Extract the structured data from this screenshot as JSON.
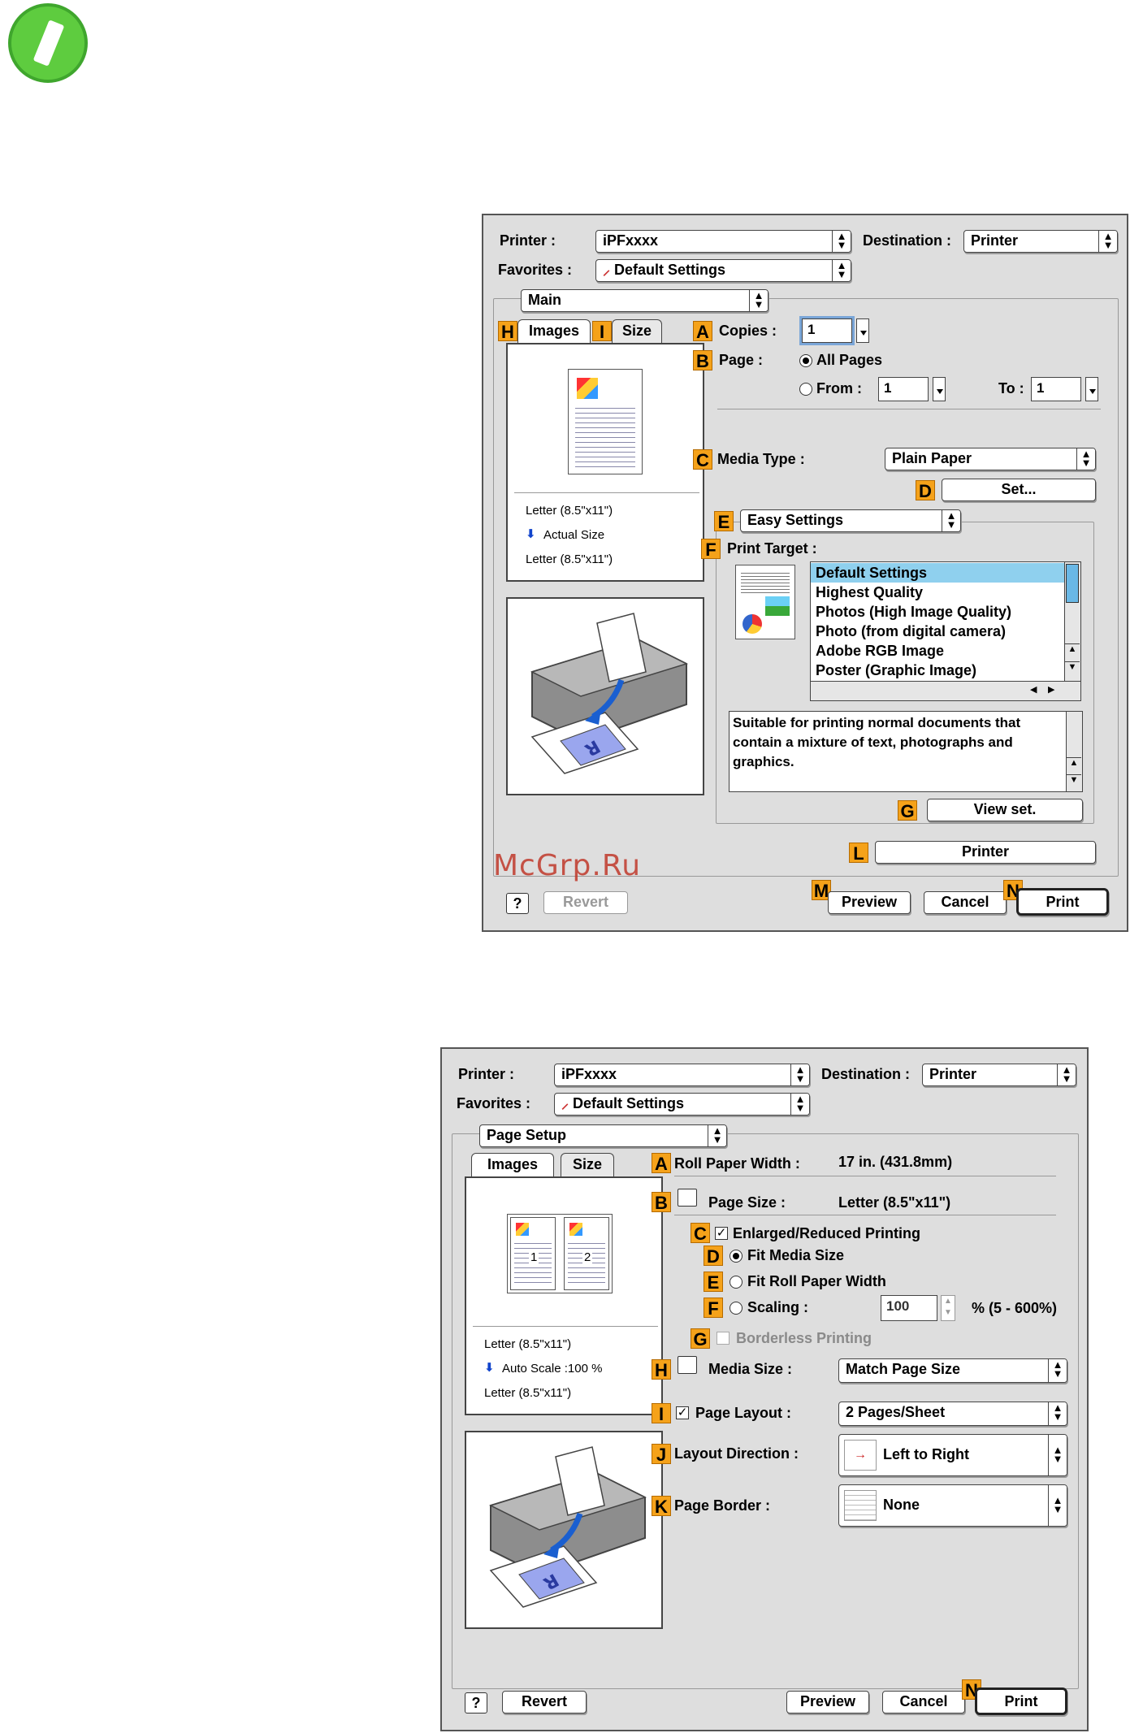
{
  "watermark": "McGrp.Ru",
  "dialog1": {
    "printer_label": "Printer :",
    "printer_value": "iPFxxxx",
    "destination_label": "Destination :",
    "destination_value": "Printer",
    "favorites_label": "Favorites :",
    "favorites_value": "Default Settings",
    "panel_value": "Main",
    "tabs": {
      "images": "Images",
      "size": "Size"
    },
    "preview": {
      "line1": "Letter (8.5\"x11\")",
      "line2": "Actual Size",
      "line3": "Letter (8.5\"x11\")"
    },
    "copies_label": "Copies :",
    "copies_value": "1",
    "page_label": "Page :",
    "all_pages": "All Pages",
    "from_label": "From :",
    "from_value": "1",
    "to_label": "To :",
    "to_value": "1",
    "media_type_label": "Media Type :",
    "media_type_value": "Plain Paper",
    "set_button": "Set...",
    "mode_value": "Easy Settings",
    "print_target_label": "Print Target :",
    "print_targets": [
      "Default Settings",
      "Highest Quality",
      "Photos (High Image Quality)",
      "Photo (from digital camera)",
      "Adobe RGB Image",
      "Poster (Graphic Image)"
    ],
    "selected_target": 0,
    "description": "Suitable for printing normal documents that contain a mixture of text, photographs and graphics.",
    "view_set_button": "View set.",
    "printer_button": "Printer",
    "revert_button": "Revert",
    "preview_button": "Preview",
    "cancel_button": "Cancel",
    "print_button": "Print",
    "badges": {
      "A": "A",
      "B": "B",
      "C": "C",
      "D": "D",
      "E": "E",
      "F": "F",
      "G": "G",
      "H": "H",
      "I": "I",
      "L": "L",
      "M": "M",
      "N": "N"
    }
  },
  "dialog2": {
    "printer_label": "Printer :",
    "printer_value": "iPFxxxx",
    "destination_label": "Destination :",
    "destination_value": "Printer",
    "favorites_label": "Favorites :",
    "favorites_value": "Default Settings",
    "panel_value": "Page Setup",
    "tabs": {
      "images": "Images",
      "size": "Size"
    },
    "preview": {
      "line1": "Letter (8.5\"x11\")",
      "line2": "Auto Scale :100 %",
      "line3": "Letter (8.5\"x11\")",
      "page1": "1",
      "page2": "2"
    },
    "roll_width_label": "Roll Paper Width :",
    "roll_width_value": "17 in. (431.8mm)",
    "page_size_label": "Page Size :",
    "page_size_value": "Letter (8.5\"x11\")",
    "enlarged_label": "Enlarged/Reduced Printing",
    "fit_media_label": "Fit Media Size",
    "fit_roll_label": "Fit Roll Paper Width",
    "scaling_label": "Scaling :",
    "scaling_value": "100",
    "scaling_range": "% (5 - 600%)",
    "borderless_label": "Borderless Printing",
    "media_size_label": "Media Size :",
    "media_size_value": "Match Page Size",
    "page_layout_label": "Page Layout :",
    "page_layout_value": "2 Pages/Sheet",
    "layout_direction_label": "Layout Direction :",
    "layout_direction_value": "Left to Right",
    "page_border_label": "Page Border :",
    "page_border_value": "None",
    "revert_button": "Revert",
    "preview_button": "Preview",
    "cancel_button": "Cancel",
    "print_button": "Print",
    "badges": {
      "A": "A",
      "B": "B",
      "C": "C",
      "D": "D",
      "E": "E",
      "F": "F",
      "G": "G",
      "H": "H",
      "I": "I",
      "J": "J",
      "K": "K",
      "N": "N"
    }
  },
  "colors": {
    "badge": "#f5a21a",
    "selection": "#8fd0ee",
    "note_icon": "#5ecc3f",
    "dialog_bg": "#dedede"
  },
  "icons": [
    "note-pencil-icon",
    "help-icon",
    "printer-illustration",
    "chevron-updown-icon"
  ]
}
